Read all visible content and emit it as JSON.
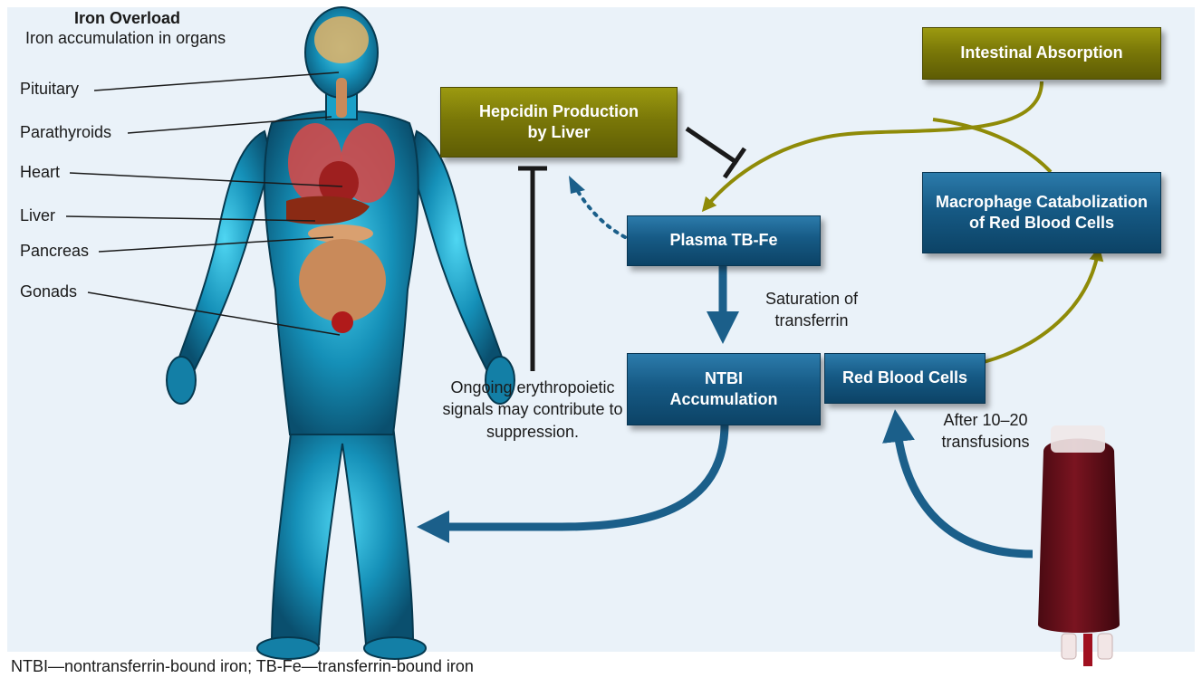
{
  "figure": {
    "iron_overload": {
      "title": "Iron Overload",
      "subtitle": "Iron accumulation in organs",
      "organs": [
        "Pituitary",
        "Parathyroids",
        "Heart",
        "Liver",
        "Pancreas",
        "Gonads"
      ]
    },
    "boxes": {
      "hepcidin": "Hepcidin Production by Liver",
      "intestinal": "Intestinal Absorption",
      "macrophage": "Macrophage Catabolization of Red Blood Cells",
      "plasma": "Plasma TB-Fe",
      "ntbi": "NTBI Accumulation",
      "rbc": "Red Blood Cells"
    },
    "notes": {
      "saturation": "Saturation of transferrin",
      "erythropoietic": "Ongoing erythropoietic signals may contribute to suppression.",
      "transfusions": "After 10–20 transfusions"
    },
    "footnote": "NTBI—nontransferrin-bound iron; TB-Fe—transferrin-bound iron"
  },
  "colors": {
    "olive_box": "#7a7808",
    "blue_box": "#165a85",
    "olive_arrow": "#8f8b08",
    "blue_arrow": "#1b5f8a",
    "inhibitor": "#1a1a1a",
    "background": "#eaf2f9"
  },
  "icons": [
    "human-body-illustration",
    "blood-bag-icon"
  ]
}
